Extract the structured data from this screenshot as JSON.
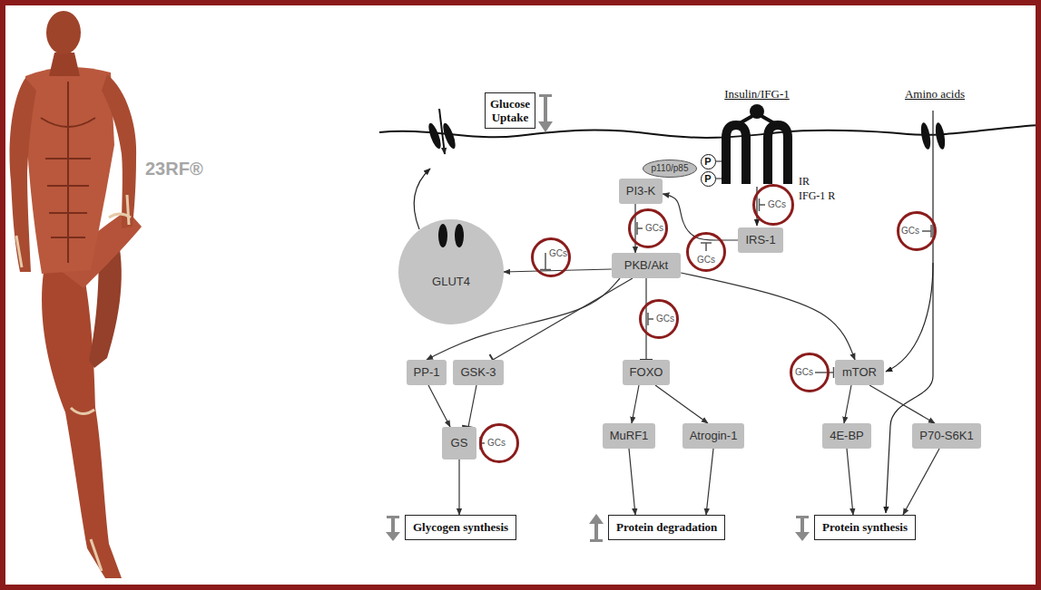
{
  "diagram": {
    "nodes": [
      {
        "text": [
          "Glucose Uptake"
        ]
      },
      {
        "text": [
          "P"
        ]
      },
      {
        "text": [
          "P"
        ]
      },
      {
        "text": [
          "p110/p85"
        ]
      },
      {
        "text": [
          "PI3-K"
        ]
      },
      {
        "text": [
          "GCs"
        ]
      },
      {
        "text": [
          "IRS-1"
        ]
      },
      {
        "text": [
          "GCs"
        ]
      },
      {
        "text": [
          "GCs"
        ]
      },
      {
        "text": [
          "GCs"
        ]
      },
      {
        "text": [
          "GCs"
        ]
      },
      {
        "text": [
          "GLUT4"
        ]
      },
      {
        "text": [
          "PKB/Akt"
        ]
      },
      {
        "text": [
          "GCs"
        ]
      },
      {
        "text": [
          "PP-1"
        ]
      },
      {
        "text": [
          "GSK-3"
        ]
      },
      {
        "text": [
          "FOXO"
        ]
      },
      {
        "text": [
          "GCs"
        ]
      },
      {
        "text": [
          "mTOR"
        ]
      },
      {
        "text": [
          "GS"
        ]
      },
      {
        "text": [
          "GCs"
        ]
      },
      {
        "text": [
          "MuRF1"
        ]
      },
      {
        "text": [
          "Atrogin-1"
        ]
      },
      {
        "text": [
          "4E-BP"
        ]
      },
      {
        "text": [
          "P70-S6K1"
        ]
      },
      {
        "text": [
          "Glycogen synthesis"
        ]
      },
      {
        "text": [
          "Protein degradation"
        ]
      },
      {
        "text": [
          "Protein synthesis"
        ]
      }
    ],
    "edges": [
      {
        "from": 6,
        "to": 4,
        "arrow": "to"
      },
      {
        "from": 4,
        "to": 12,
        "arrow": "to"
      },
      {
        "from": 12,
        "to": 11,
        "arrow": "to"
      },
      {
        "from": 12,
        "to": 14,
        "arrow": "to"
      },
      {
        "from": 12,
        "to": 15,
        "arrow": "to"
      },
      {
        "from": 12,
        "to": 16,
        "arrow": "to"
      },
      {
        "from": 12,
        "to": 18,
        "arrow": "to"
      },
      {
        "from": 14,
        "to": 19,
        "arrow": "to"
      },
      {
        "from": 15,
        "to": 19,
        "arrow": "to"
      },
      {
        "from": 19,
        "to": 25,
        "arrow": "to"
      },
      {
        "from": 16,
        "to": 21,
        "arrow": "to"
      },
      {
        "from": 16,
        "to": 22,
        "arrow": "to"
      },
      {
        "from": 21,
        "to": 26,
        "arrow": "to"
      },
      {
        "from": 22,
        "to": 26,
        "arrow": "to"
      },
      {
        "from": 18,
        "to": 23,
        "arrow": "to"
      },
      {
        "from": 18,
        "to": 24,
        "arrow": "to"
      },
      {
        "from": 23,
        "to": 27,
        "arrow": "to"
      },
      {
        "from": 24,
        "to": 27,
        "arrow": "to"
      }
    ],
    "labels": [
      "Insulin/IFG-1",
      "Amino acids",
      "23RF®",
      "IR",
      "IFG-1 R"
    ]
  }
}
